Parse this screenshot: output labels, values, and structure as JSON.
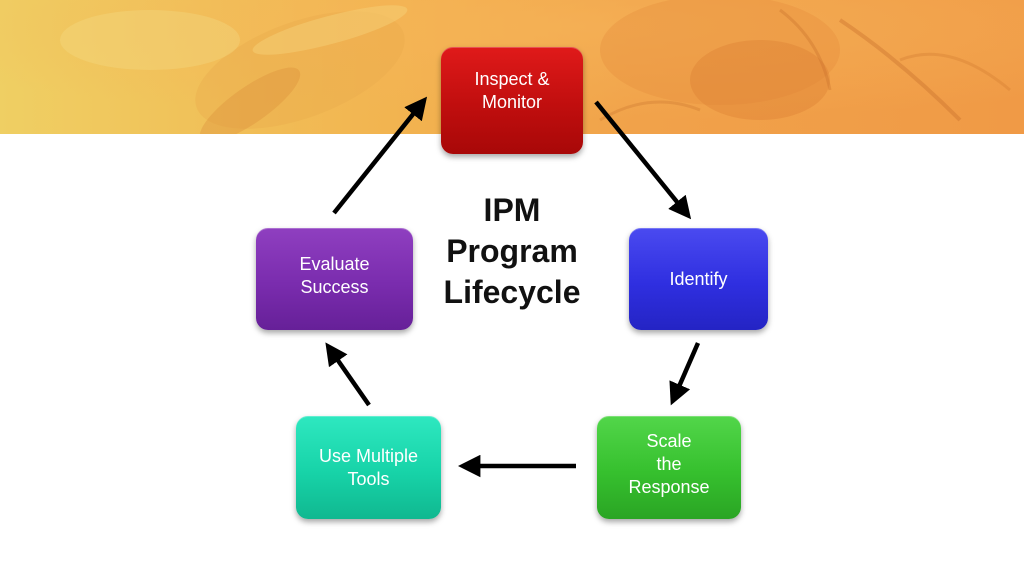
{
  "diagram": {
    "center_title": "IPM\nProgram\nLifecycle",
    "nodes": {
      "inspect": "Inspect &\nMonitor",
      "identify": "Identify",
      "scale": "Scale\nthe\nResponse",
      "tools": "Use Multiple\nTools",
      "evaluate": "Evaluate\nSuccess"
    },
    "colors": {
      "inspect": "#c00e0e",
      "identify": "#2f2fe0",
      "scale": "#36c02e",
      "tools": "#17d3a8",
      "evaluate": "#7a2cae",
      "arrow": "#000000",
      "banner": "#f1a24a"
    },
    "flow": [
      "inspect",
      "identify",
      "scale",
      "tools",
      "evaluate",
      "inspect"
    ]
  }
}
